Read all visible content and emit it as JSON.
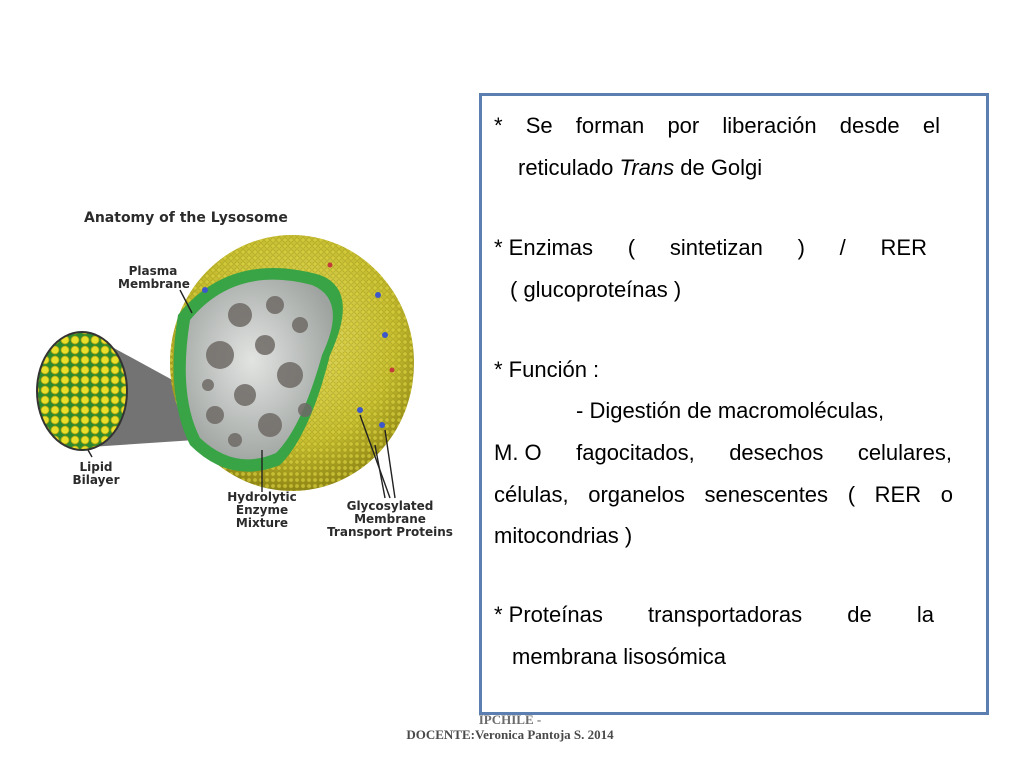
{
  "figure": {
    "title": "Anatomy of the Lysosome",
    "labels": {
      "plasma_membrane": "Plasma\nMembrane",
      "lipid_bilayer": "Lipid\nBilayer",
      "hydrolytic": "Hydrolytic\nEnzyme\nMixture",
      "glycosylated": "Glycosylated Membrane\nTransport Proteins"
    }
  },
  "panel": {
    "item1": {
      "words": [
        "*",
        "Se",
        "forman",
        "por",
        "liberación",
        "desde",
        "el"
      ],
      "line2_pre": "reticulado ",
      "line2_em": "Trans",
      "line2_post": " de Golgi"
    },
    "item2": {
      "words": [
        "* Enzimas",
        "(",
        "sintetizan",
        ")",
        "/",
        "RER"
      ],
      "line2": "( glucoproteínas )"
    },
    "item3": {
      "heading": "* Función :",
      "line1": "- Digestión  de macromoléculas,",
      "line2_words": [
        "M. O",
        "fagocitados,",
        "desechos",
        "celulares,"
      ],
      "line3_words": [
        "células,",
        "organelos",
        "senescentes",
        "(",
        "RER",
        "o"
      ],
      "line4": "mitocondrias )"
    },
    "item4": {
      "words": [
        "* Proteínas",
        "transportadoras",
        "de",
        "la"
      ],
      "line2": "membrana lisosómica"
    }
  },
  "footer": {
    "line1": "IPCHILE  -",
    "line2": "DOCENTE:Veronica Pantoja S. 2014"
  },
  "colors": {
    "panel_border": "#5b7fb1",
    "membrane_yellow": "#c9c23a",
    "membrane_green": "#3aa84a",
    "lumen_grey": "#c8cbc9"
  }
}
